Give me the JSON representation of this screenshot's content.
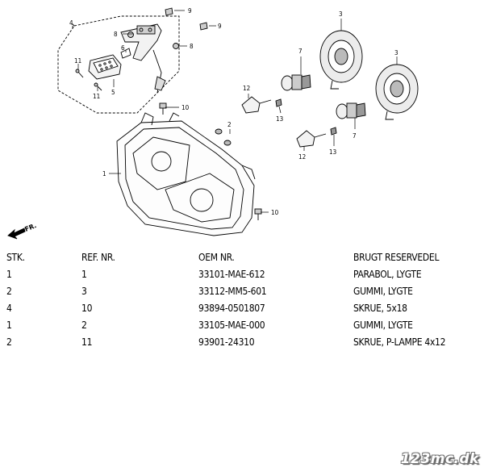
{
  "callouts": {
    "c1": "1",
    "c2": "2",
    "c3a": "3",
    "c3b": "3",
    "c4": "4",
    "c5": "5",
    "c6": "6",
    "c7a": "7",
    "c7b": "7",
    "c8a": "8",
    "c8b": "8",
    "c9a": "9",
    "c9b": "9",
    "c10a": "10",
    "c10b": "10",
    "c11a": "11",
    "c11b": "11",
    "c12a": "12",
    "c12b": "12",
    "c13a": "13",
    "c13b": "13"
  },
  "front_indicator": "FR.",
  "table": {
    "headers": [
      "STK.",
      "REF. NR.",
      "OEM NR.",
      "BRUGT RESERVEDEL"
    ],
    "rows": [
      [
        "1",
        "1",
        "33101-MAE-612",
        "PARABOL, LYGTE"
      ],
      [
        "2",
        "3",
        "33112-MM5-601",
        "GUMMI, LYGTE"
      ],
      [
        "4",
        "10",
        "93894-0501807",
        "SKRUE, 5x18"
      ],
      [
        "1",
        "2",
        "33105-MAE-000",
        "GUMMI, LYGTE"
      ],
      [
        "2",
        "11",
        "93901-24310",
        "SKRUE, P-LAMPE 4x12"
      ]
    ]
  },
  "watermark": "123mc.dk",
  "colors": {
    "line": "#000000",
    "background": "#ffffff",
    "watermark_outline": "#777777"
  }
}
